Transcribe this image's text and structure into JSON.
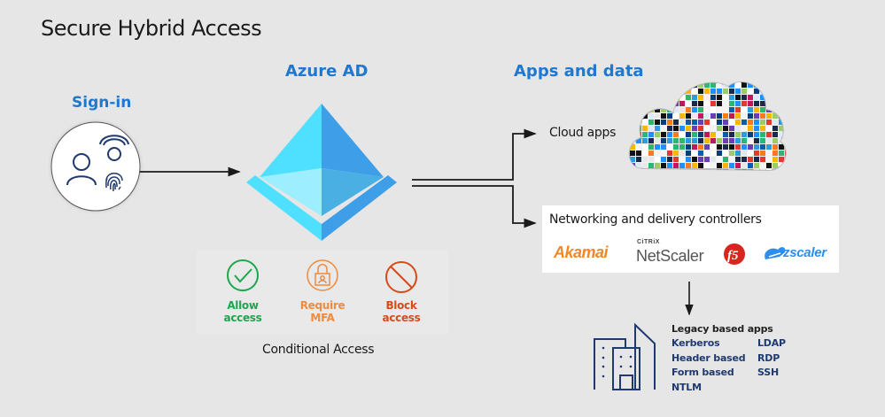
{
  "title": "Secure Hybrid Access",
  "colors": {
    "background": "#e6e6e6",
    "section_heading": "#1e78d0",
    "allow": "#1aa84e",
    "mfa": "#f08a3c",
    "block": "#d94a1a",
    "legacy_text": "#1f3a70",
    "icon_navy": "#1f3a70"
  },
  "signin": {
    "heading": "Sign-in",
    "icons": [
      "user-icon",
      "face-scan-icon",
      "fingerprint-icon"
    ]
  },
  "azure_ad": {
    "heading": "Azure AD",
    "icon": "azure-ad-pyramid-icon"
  },
  "conditional_access": {
    "caption": "Conditional Access",
    "items": [
      {
        "icon": "checkmark-circle-icon",
        "line1": "Allow",
        "line2": "access"
      },
      {
        "icon": "lock-user-icon",
        "line1": "Require",
        "line2": "MFA"
      },
      {
        "icon": "prohibited-icon",
        "line1": "Block",
        "line2": "access"
      }
    ]
  },
  "apps_and_data": {
    "heading": "Apps and data",
    "cloud_apps_label": "Cloud apps",
    "networking": {
      "title": "Networking and delivery controllers",
      "logos": {
        "akamai": "Akamai",
        "citrix": "CiTRiX",
        "netscaler": "NetScaler",
        "f5": "f5",
        "zscaler": "zscaler"
      }
    },
    "legacy": {
      "title": "Legacy based apps",
      "col1": [
        "Kerberos",
        "Header based",
        "Form based",
        "NTLM"
      ],
      "col2": [
        "LDAP",
        "RDP",
        "SSH"
      ]
    }
  }
}
